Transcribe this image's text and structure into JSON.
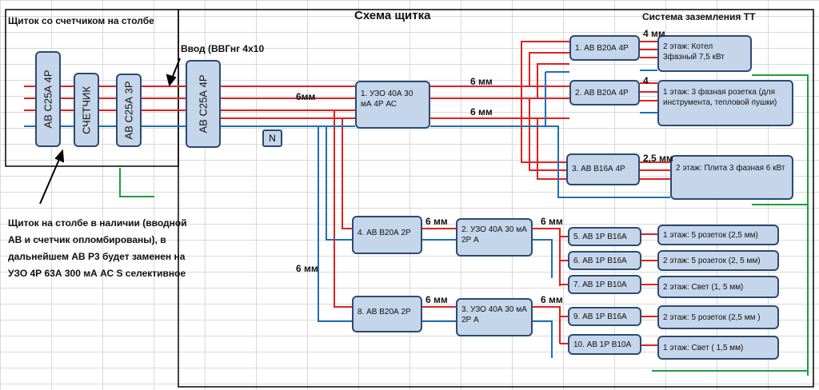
{
  "headers": {
    "pole": "Щиток со счетчиком на столбе",
    "scheme": "Схема щитка",
    "grounding": "Система заземления ТТ",
    "input": "Ввод (ВВГнг 4х10"
  },
  "pole_devices": [
    "АВ С25А 4Р",
    "СЧЕТЧИК",
    "АВ С25А 3Р"
  ],
  "main_breaker": "АВ С25А 4Р",
  "neutral": "N",
  "note": "Щиток на столбе в наличии (вводной АВ и счетчик опломбированы), в дальнейшем АВ Р3 будет заменен на УЗО 4Р 63А 300 мА АС S селективное",
  "rcd_main": "1. УЗО 40А 30 мА 4Р  АС",
  "rcd2": "2. УЗО 40А 30 мА 2Р  А",
  "rcd3": "3. УЗО 40А 30 мА 2Р  А",
  "breakers": [
    "1. АВ В20А 4Р",
    "2. АВ В20А 4Р",
    "3. АВ В16А 4Р",
    "4. АВ В20А 2Р",
    "5. АВ 1Р В16А",
    "6. АВ 1Р В16А",
    "7. АВ 1Р В10А",
    "8. АВ В20А 2Р",
    "9. АВ 1Р В16А",
    "10. АВ 1Р В10А"
  ],
  "loads": [
    "2 этаж: Котел 3фазный 7,5 кВт",
    "1 этаж: 3 фазная розетка (для инструмента, тепловой пушки)",
    "2 этаж: Плита 3 фазная 6 кВт",
    "1 этаж: 5 розеток (2,5 мм)",
    "2 этаж: 5 розеток (2, 5 мм)",
    "2 этаж: Свет (1, 5 мм)",
    "2 этаж: 5 розеток (2,5 мм )",
    "1 этаж: Свет ( 1,5 мм)"
  ],
  "wire_labels": {
    "w6mm_left": "6мм",
    "w6mm_top": "6 мм",
    "w6mm_mid": "6 мм",
    "w6mm_vert": "6 мм",
    "w6mm_a": "6 мм",
    "w6mm_b": "6 мм",
    "w6mm_c": "6 мм",
    "w6mm_d": "6 мм",
    "w4mm": "4 мм",
    "w4": "4",
    "w25": "2,5 мм"
  },
  "colors": {
    "phase": "#e02020",
    "neutral": "#1f6fb5",
    "ground": "#1aa03a",
    "box_fill": "#c5d5ea",
    "box_border": "#2c4a73"
  }
}
